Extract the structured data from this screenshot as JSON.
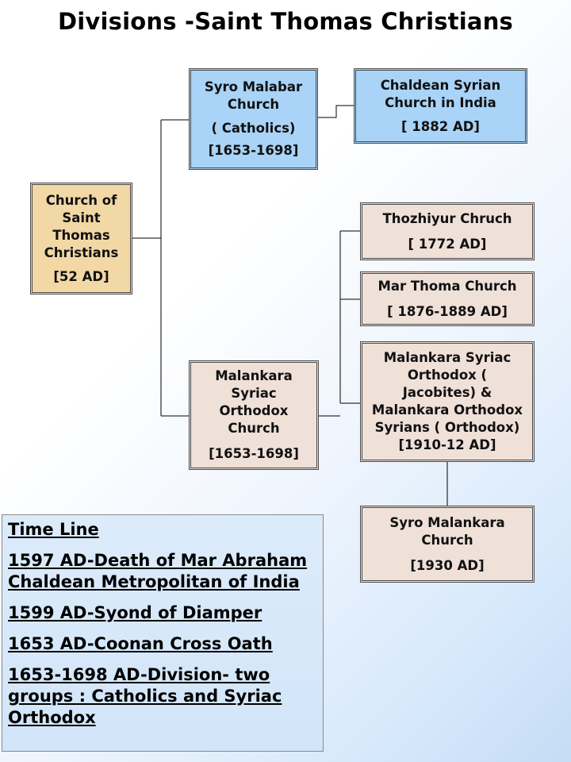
{
  "title": "Divisions -Saint Thomas Christians",
  "nodes": {
    "root": {
      "name": "Church of Saint Thomas Christians",
      "date": "[52 AD]"
    },
    "syro_malabar": {
      "name": "Syro Malabar Church",
      "note": "( Catholics)",
      "date": "[1653-1698]"
    },
    "chaldean": {
      "name": "Chaldean Syrian Church in India",
      "date": "[ 1882 AD]"
    },
    "malankara": {
      "name": "Malankara Syriac Orthodox Church",
      "date": "[1653-1698]"
    },
    "thozhiyur": {
      "name": "Thozhiyur Chruch",
      "date": "[ 1772 AD]"
    },
    "mar_thoma": {
      "name": "Mar Thoma Church",
      "date": "[ 1876-1889 AD]"
    },
    "jacobites": {
      "name": "Malankara Syriac Orthodox ( Jacobites) & Malankara Orthodox Syrians ( Orthodox)",
      "date": "[1910-12 AD]"
    },
    "syro_malankara": {
      "name": "Syro Malankara Church",
      "date": "[1930 AD]"
    }
  },
  "colors": {
    "catholic_blue": "#a9d3f7",
    "root_tan": "#f1d8a5",
    "orthodox_pink": "#efe0d8",
    "line": "#000000"
  },
  "timeline": {
    "heading": "Time Line",
    "events": [
      "1597 AD-Death of Mar Abraham Chaldean Metropolitan of India",
      "1599 AD-Syond of Diamper",
      "1653 AD-Coonan Cross Oath",
      "1653-1698 AD-Division- two groups : Catholics and Syriac Orthodox"
    ]
  }
}
